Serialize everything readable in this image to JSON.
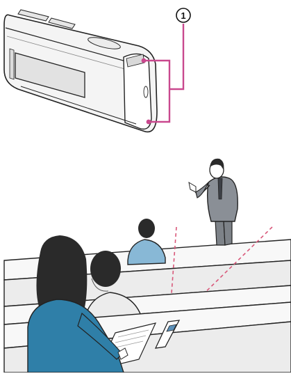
{
  "callout": {
    "number": "1"
  },
  "colors": {
    "outline": "#222222",
    "callout_line": "#c9488e",
    "mic_beam": "#d9587a",
    "speaker_suit": "#8a8f96",
    "student_top": "#88b8d6",
    "woman_top": "#2f7fa8",
    "desk_face": "#ececec",
    "desk_top": "#f8f8f8"
  },
  "icons": {
    "recorder": "voice-recorder-device",
    "speaker": "lecturer-figure",
    "audience": "seated-students"
  }
}
